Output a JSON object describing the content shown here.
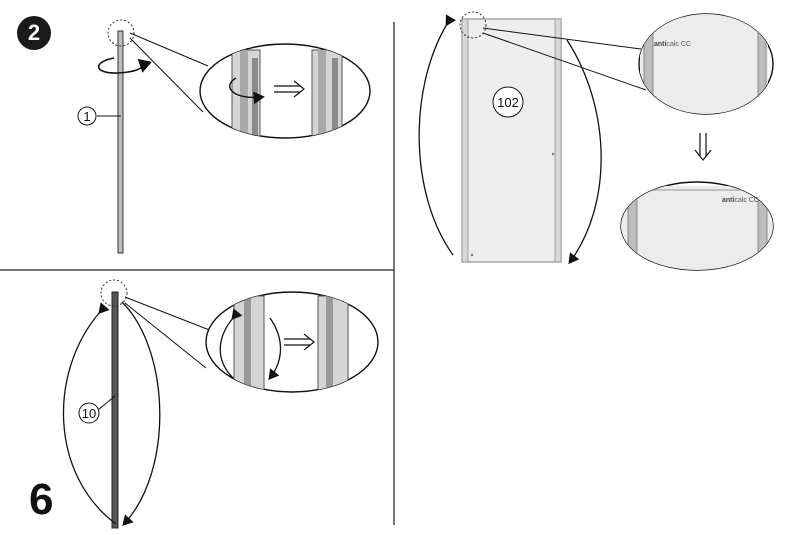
{
  "steps": {
    "top_left_number": "2",
    "bottom_left_number": "6"
  },
  "callouts": {
    "part_1": "1",
    "part_10": "10",
    "part_102": "102"
  },
  "logo": {
    "brand_bold": "anti",
    "brand_rest": "calc",
    "brand_mark": "CC"
  },
  "colors": {
    "line": "#222222",
    "profile_grey": "#b8b8b8",
    "glass_fill": "#eeeeee",
    "panel_border": "#9a9a9a"
  }
}
